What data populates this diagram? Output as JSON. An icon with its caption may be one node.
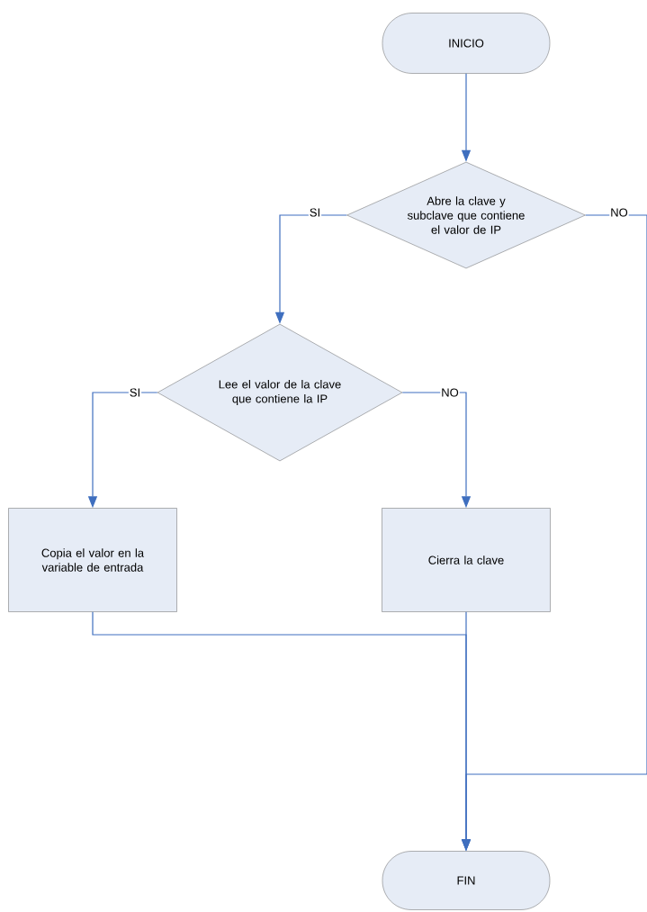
{
  "diagram": {
    "nodes": [
      {
        "text": [
          "INICIO"
        ]
      },
      {
        "text": [
          "Abre la clave y subclave que contiene el valor de IP"
        ]
      },
      {
        "text": [
          "Lee el valor de la clave que contiene la IP"
        ]
      },
      {
        "text": [
          "Copia el valor en la variable de entrada"
        ]
      },
      {
        "text": [
          "Cierra la clave"
        ]
      },
      {
        "text": [
          "FIN"
        ]
      }
    ],
    "edges": [
      {
        "from": 0,
        "to": 1,
        "arrow": "to"
      },
      {
        "from": 1,
        "to": 2,
        "arrow": "to",
        "label": "SI"
      },
      {
        "from": 1,
        "to": 5,
        "arrow": "to",
        "label": "NO"
      },
      {
        "from": 2,
        "to": 3,
        "arrow": "to",
        "label": "SI"
      },
      {
        "from": 2,
        "to": 4,
        "arrow": "to",
        "label": "NO"
      },
      {
        "from": 3,
        "to": 5,
        "arrow": "to"
      },
      {
        "from": 4,
        "to": 5,
        "arrow": "to"
      }
    ]
  }
}
